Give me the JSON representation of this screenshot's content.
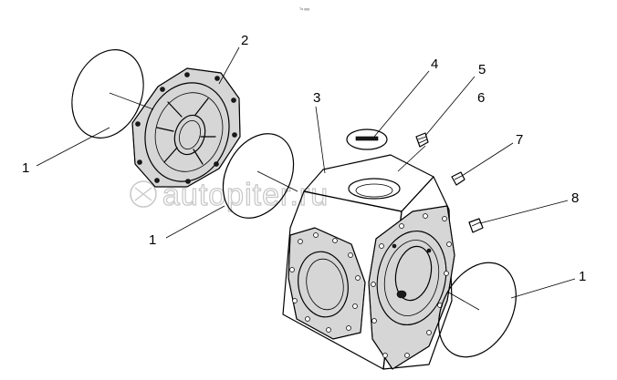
{
  "callouts": [
    {
      "label": "1"
    },
    {
      "label": "2"
    },
    {
      "label": "3"
    },
    {
      "label": "4"
    },
    {
      "label": "5"
    },
    {
      "label": "6"
    },
    {
      "label": "7"
    },
    {
      "label": "8"
    },
    {
      "label": "1"
    },
    {
      "label": "1"
    }
  ],
  "watermark": "autopiter.ru",
  "corner_code": "ᵀᵃ ᵍᵍᵍ"
}
